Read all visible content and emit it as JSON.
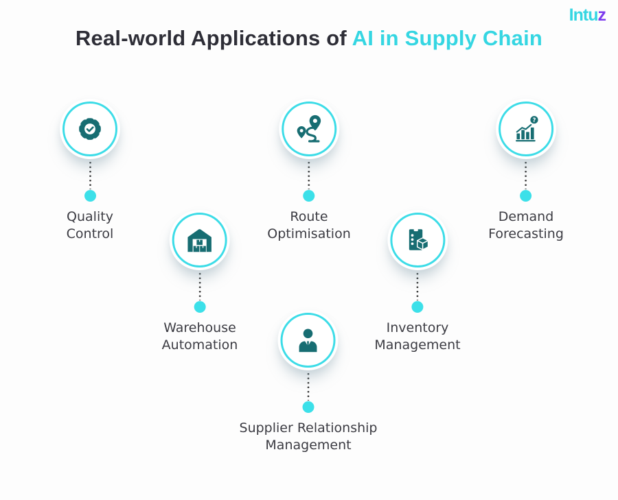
{
  "header": {
    "title_prefix": "Real-world Applications of ",
    "title_highlight": "AI in Supply Chain"
  },
  "logo": {
    "text_main": "Intu",
    "text_accent": "z"
  },
  "colors": {
    "bg": "#fdfdfd",
    "title_dark": "#2e2e37",
    "accent": "#35d6e2",
    "ring": "#3cdce7",
    "dot": "#3ce0e9",
    "icon_teal": "#176d72",
    "label": "#3b3b42",
    "connector": "#3b3b3b",
    "logo_z": "#7c3aed"
  },
  "items": [
    {
      "id": "quality-control",
      "icon": "gear-check-icon",
      "line1": "Quality",
      "line2": "Control"
    },
    {
      "id": "route-optimisation",
      "icon": "route-pins-icon",
      "line1": "Route",
      "line2": "Optimisation"
    },
    {
      "id": "demand-forecasting",
      "icon": "forecast-chart-icon",
      "line1": "Demand",
      "line2": "Forecasting"
    },
    {
      "id": "warehouse-automation",
      "icon": "warehouse-icon",
      "line1": "Warehouse",
      "line2": "Automation"
    },
    {
      "id": "inventory-management",
      "icon": "inventory-box-icon",
      "line1": "Inventory",
      "line2": "Management"
    },
    {
      "id": "supplier-relationship-management",
      "icon": "supplier-person-icon",
      "line1": "Supplier Relationship",
      "line2": "Management"
    }
  ]
}
